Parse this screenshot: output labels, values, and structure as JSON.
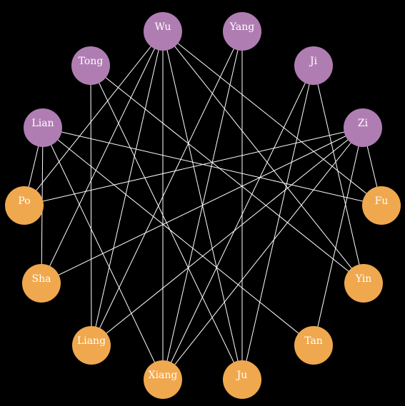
{
  "colors": {
    "background": "#000000",
    "edge": "#ffffff",
    "group_purple": "#b07db3",
    "group_orange": "#f0a84e",
    "label": "#ffffff"
  },
  "nodes": [
    {
      "id": "wu",
      "label": "Wu",
      "group": "purple"
    },
    {
      "id": "yang",
      "label": "Yang",
      "group": "purple"
    },
    {
      "id": "tong",
      "label": "Tong",
      "group": "purple"
    },
    {
      "id": "ji",
      "label": "Ji",
      "group": "purple"
    },
    {
      "id": "lian",
      "label": "Lian",
      "group": "purple"
    },
    {
      "id": "zi",
      "label": "Zi",
      "group": "purple"
    },
    {
      "id": "po",
      "label": "Po",
      "group": "orange"
    },
    {
      "id": "fu",
      "label": "Fu",
      "group": "orange"
    },
    {
      "id": "sha",
      "label": "Sha",
      "group": "orange"
    },
    {
      "id": "yin",
      "label": "Yin",
      "group": "orange"
    },
    {
      "id": "liang",
      "label": "Liang",
      "group": "orange"
    },
    {
      "id": "tan",
      "label": "Tan",
      "group": "orange"
    },
    {
      "id": "xiang",
      "label": "Xiang",
      "group": "orange"
    },
    {
      "id": "ju",
      "label": "Ju",
      "group": "orange"
    }
  ],
  "edges": [
    [
      "wu",
      "po"
    ],
    [
      "wu",
      "sha"
    ],
    [
      "wu",
      "xiang"
    ],
    [
      "wu",
      "fu"
    ],
    [
      "wu",
      "yin"
    ],
    [
      "wu",
      "liang"
    ],
    [
      "wu",
      "ju"
    ],
    [
      "yang",
      "liang"
    ],
    [
      "yang",
      "ju"
    ],
    [
      "yang",
      "xiang"
    ],
    [
      "tong",
      "liang"
    ],
    [
      "tong",
      "ju"
    ],
    [
      "tong",
      "yin"
    ],
    [
      "ji",
      "xiang"
    ],
    [
      "ji",
      "yin"
    ],
    [
      "ji",
      "ju"
    ],
    [
      "lian",
      "sha"
    ],
    [
      "lian",
      "po"
    ],
    [
      "lian",
      "xiang"
    ],
    [
      "lian",
      "tan"
    ],
    [
      "lian",
      "fu"
    ],
    [
      "zi",
      "po"
    ],
    [
      "zi",
      "fu"
    ],
    [
      "zi",
      "sha"
    ],
    [
      "zi",
      "liang"
    ],
    [
      "zi",
      "tan"
    ],
    [
      "zi",
      "xiang"
    ]
  ]
}
